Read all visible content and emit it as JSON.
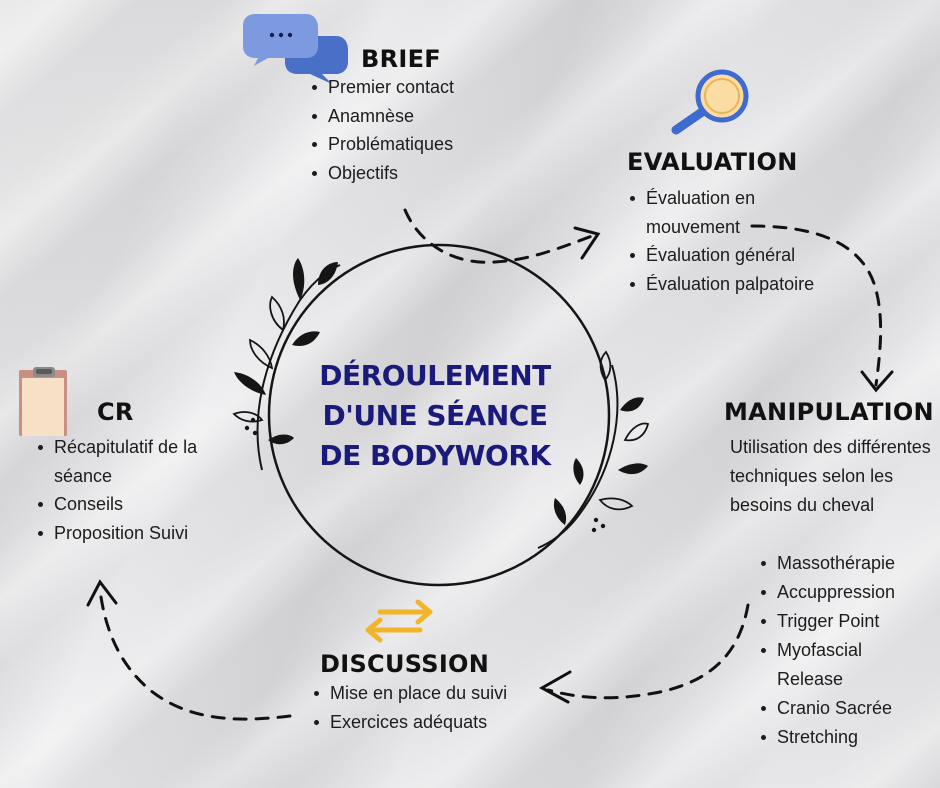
{
  "title": {
    "line1": "DÉROULEMENT",
    "line2": "D'UNE SÉANCE",
    "line3": "DE BODYWORK"
  },
  "brief": {
    "heading": "BRIEF",
    "items": [
      "Premier contact",
      "Anamnèse",
      "Problématiques",
      "Objectifs"
    ]
  },
  "evaluation": {
    "heading": "EVALUATION",
    "items": [
      "Évaluation en mouvement",
      "Évaluation général",
      "Évaluation palpatoire"
    ]
  },
  "manipulation": {
    "heading": "MANIPULATION",
    "description": "Utilisation des différentes techniques selon les besoins du cheval",
    "items": [
      "Massothérapie",
      "Accuppression",
      "Trigger Point",
      "Myofascial Release",
      "Cranio Sacrée",
      "Stretching"
    ]
  },
  "discussion": {
    "heading": "DISCUSSION",
    "items": [
      "Mise en place du suivi",
      "Exercices adéquats"
    ]
  },
  "cr": {
    "heading": "CR",
    "items": [
      "Récapitulatif de la séance",
      "Conseils",
      "Proposition Suivi"
    ]
  },
  "icons": {
    "brief": "chat-bubbles-icon",
    "evaluation": "magnifier-icon",
    "discussion": "swap-arrows-icon",
    "cr": "clipboard-icon"
  },
  "colors": {
    "title": "#1a1a7a",
    "chat_bubble": "#4a6fc7",
    "magnifier": "#3f6ad0",
    "swap_arrows": "#f2b429",
    "clipboard": "#f6e0c6"
  }
}
